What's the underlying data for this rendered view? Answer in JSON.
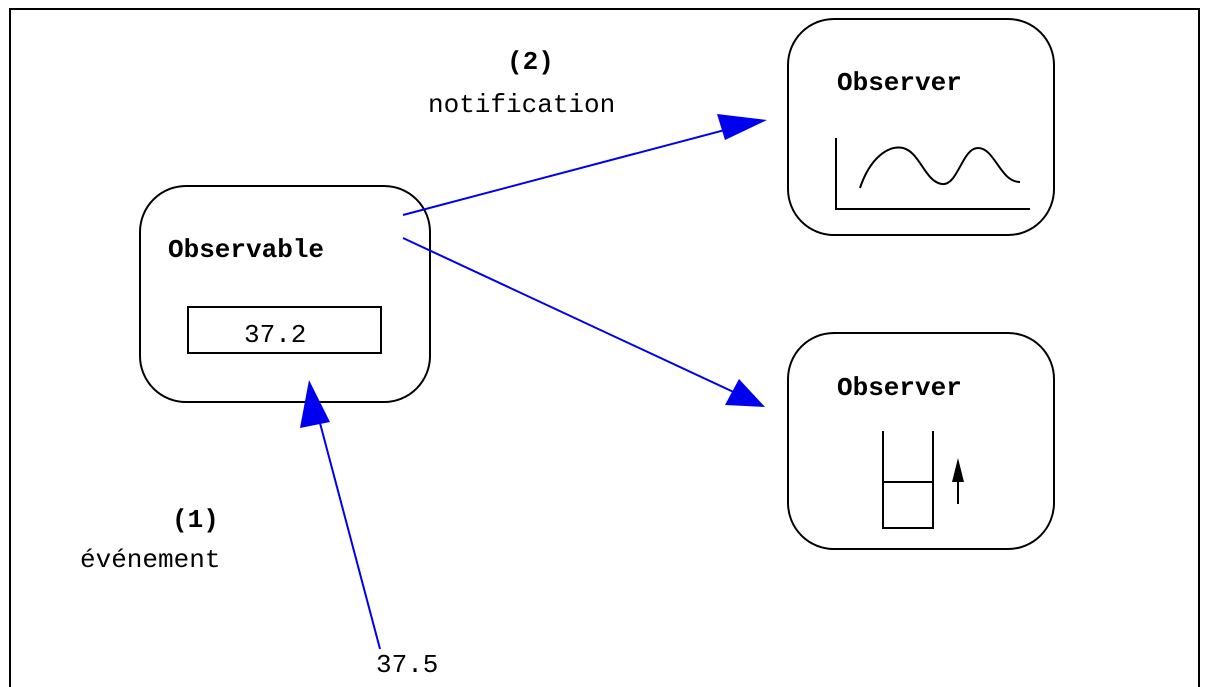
{
  "observable": {
    "title": "Observable",
    "value": "37.2"
  },
  "observer_graph": {
    "title": "Observer",
    "icon": "wave-graph-icon"
  },
  "observer_gauge": {
    "title": "Observer",
    "icon": "gauge-arrow-icon"
  },
  "step1": {
    "number": "(1)",
    "label": "événement",
    "input_value": "37.5"
  },
  "step2": {
    "number": "(2)",
    "label": "notification"
  },
  "colors": {
    "arrow": "#0000ee",
    "ink": "#000000",
    "background": "#ffffff"
  }
}
